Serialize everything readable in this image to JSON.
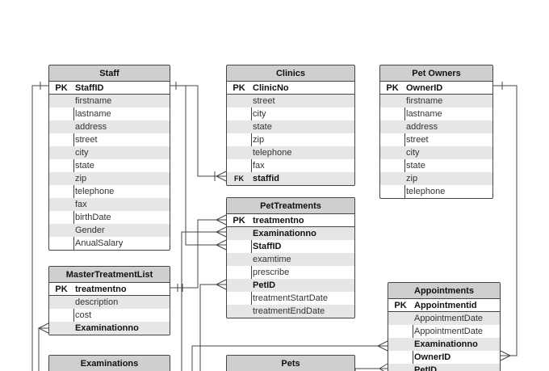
{
  "entities": [
    {
      "id": "staff",
      "name": "Staff",
      "rows": [
        {
          "key": "PK",
          "field": "StaffID",
          "bold": true
        },
        {
          "key": "",
          "field": "firstname",
          "bold": false
        },
        {
          "key": "",
          "field": "lastname",
          "bold": false
        },
        {
          "key": "",
          "field": "address",
          "bold": false
        },
        {
          "key": "",
          "field": "street",
          "bold": false
        },
        {
          "key": "",
          "field": "city",
          "bold": false
        },
        {
          "key": "",
          "field": "state",
          "bold": false
        },
        {
          "key": "",
          "field": "zip",
          "bold": false
        },
        {
          "key": "",
          "field": "telephone",
          "bold": false
        },
        {
          "key": "",
          "field": "fax",
          "bold": false
        },
        {
          "key": "",
          "field": "birthDate",
          "bold": false
        },
        {
          "key": "",
          "field": "Gender",
          "bold": false
        },
        {
          "key": "",
          "field": "AnualSalary",
          "bold": false
        }
      ]
    },
    {
      "id": "clinics",
      "name": "Clinics",
      "rows": [
        {
          "key": "PK",
          "field": "ClinicNo",
          "bold": true
        },
        {
          "key": "",
          "field": "street",
          "bold": false
        },
        {
          "key": "",
          "field": "city",
          "bold": false
        },
        {
          "key": "",
          "field": "state",
          "bold": false
        },
        {
          "key": "",
          "field": "zip",
          "bold": false
        },
        {
          "key": "",
          "field": "telephone",
          "bold": false
        },
        {
          "key": "",
          "field": "fax",
          "bold": false
        },
        {
          "key": "FK",
          "field": "staffid",
          "bold": true
        }
      ]
    },
    {
      "id": "pet-owners",
      "name": "Pet Owners",
      "rows": [
        {
          "key": "PK",
          "field": "OwnerID",
          "bold": true
        },
        {
          "key": "",
          "field": "firstname",
          "bold": false
        },
        {
          "key": "",
          "field": "lastname",
          "bold": false
        },
        {
          "key": "",
          "field": "address",
          "bold": false
        },
        {
          "key": "",
          "field": "street",
          "bold": false
        },
        {
          "key": "",
          "field": "city",
          "bold": false
        },
        {
          "key": "",
          "field": "state",
          "bold": false
        },
        {
          "key": "",
          "field": "zip",
          "bold": false
        },
        {
          "key": "",
          "field": "telephone",
          "bold": false
        }
      ]
    },
    {
      "id": "pet-treatments",
      "name": "PetTreatments",
      "rows": [
        {
          "key": "PK",
          "field": "treatmentno",
          "bold": true
        },
        {
          "key": "",
          "field": "Examinationno",
          "bold": true
        },
        {
          "key": "",
          "field": "StaffID",
          "bold": true
        },
        {
          "key": "",
          "field": "examtime",
          "bold": false
        },
        {
          "key": "",
          "field": "prescribe",
          "bold": false
        },
        {
          "key": "",
          "field": "PetID",
          "bold": true
        },
        {
          "key": "",
          "field": "treatmentStartDate",
          "bold": false
        },
        {
          "key": "",
          "field": "treatmentEndDate",
          "bold": false
        }
      ]
    },
    {
      "id": "master-treatment-list",
      "name": "MasterTreatmentList",
      "rows": [
        {
          "key": "PK",
          "field": "treatmentno",
          "bold": true
        },
        {
          "key": "",
          "field": "description",
          "bold": false
        },
        {
          "key": "",
          "field": "cost",
          "bold": false
        },
        {
          "key": "",
          "field": "Examinationno",
          "bold": true
        }
      ]
    },
    {
      "id": "appointments",
      "name": "Appointments",
      "rows": [
        {
          "key": "PK",
          "field": "Appointmentid",
          "bold": true
        },
        {
          "key": "",
          "field": "AppointmentDate",
          "bold": false
        },
        {
          "key": "",
          "field": "AppointmentDate",
          "bold": false
        },
        {
          "key": "",
          "field": "Examinationno",
          "bold": true
        },
        {
          "key": "",
          "field": "OwnerID",
          "bold": true
        },
        {
          "key": "",
          "field": "PetID",
          "bold": true
        }
      ]
    },
    {
      "id": "examinations",
      "name": "Examinations",
      "rows": []
    },
    {
      "id": "pets",
      "name": "Pets",
      "rows": []
    }
  ]
}
